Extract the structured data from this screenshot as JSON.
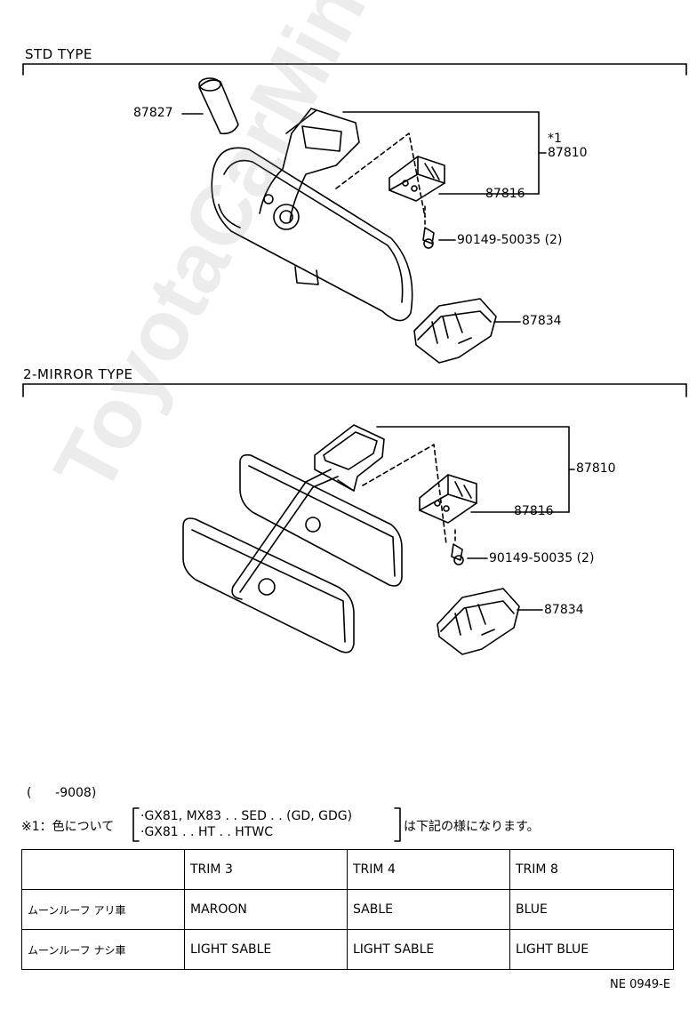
{
  "sections": {
    "std_type": {
      "title": "STD TYPE",
      "parts": {
        "p87827": "87827",
        "star": "*1",
        "p87810": "87810",
        "p87816": "87816",
        "p90149": "90149-50035 (2)",
        "p87834": "87834"
      }
    },
    "two_mirror_type": {
      "title": "2-MIRROR TYPE",
      "parts": {
        "p87810": "87810",
        "p87816": "87816",
        "p90149": "90149-50035 (2)",
        "p87834": "87834"
      }
    }
  },
  "watermark": "ToyotaCarMine.ru",
  "note": {
    "date_range": "(      -9008)",
    "star_label": "※1：色について",
    "line1": "·GX81, MX83 . . SED . . (GD, GDG)",
    "line2": "·GX81 . . HT . . HTWC",
    "suffix": "は下記の様になります。"
  },
  "table": {
    "headers": [
      "",
      "TRIM 3",
      "TRIM 4",
      "TRIM 8"
    ],
    "rows": [
      [
        "ムーンルーフ アリ車",
        "MAROON",
        "SABLE",
        "BLUE"
      ],
      [
        "ムーンルーフ ナシ車",
        "LIGHT SABLE",
        "LIGHT SABLE",
        "LIGHT BLUE"
      ]
    ]
  },
  "footer": "NE 0949-E"
}
